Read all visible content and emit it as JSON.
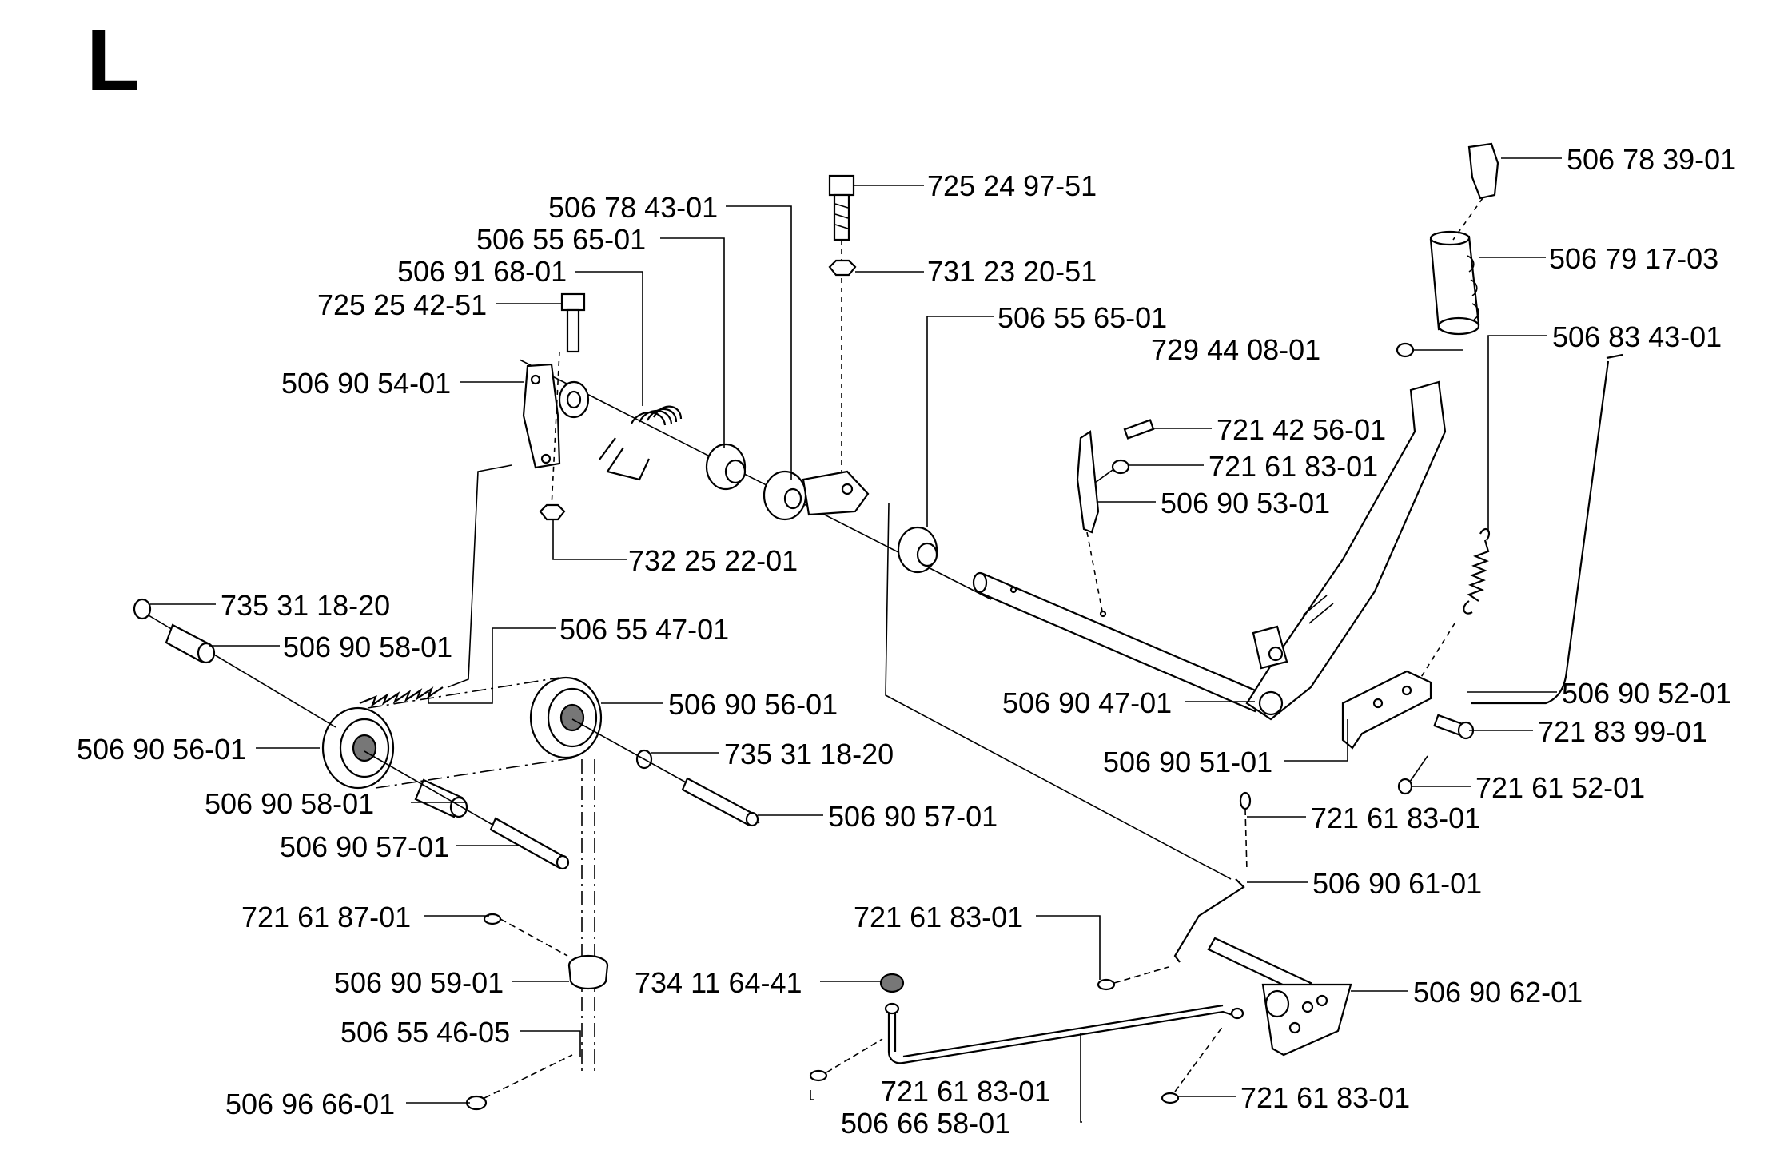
{
  "section_letter": "L",
  "labels": [
    "725 24 97-51",
    "731 23 20-51",
    "506 78 43-01",
    "506 55 65-01",
    "506 91 68-01",
    "725 25 42-51",
    "506 90 54-01",
    "732 25 22-01",
    "506 55 65-01",
    "506 78 39-01",
    "506 79 17-03",
    "729 44 08-01",
    "506 83 43-01",
    "721 42 56-01",
    "721 61 83-01",
    "506 90 53-01",
    "735 31 18-20",
    "506 90 58-01",
    "506 55 47-01",
    "506 90 56-01",
    "506 90 56-01",
    "735 31 18-20",
    "506 90 58-01",
    "506 90 57-01",
    "506 90 57-01",
    "506 90 47-01",
    "506 90 52-01",
    "721 83 99-01",
    "506 90 51-01",
    "721 61 52-01",
    "721 61 83-01",
    "506 90 61-01",
    "721 61 87-01",
    "506 90 59-01",
    "506 55 46-05",
    "506 96 66-01",
    "721 61 83-01",
    "734 11 64-41",
    "506 90 62-01",
    "721 61 83-01",
    "506 66 58-01",
    "721 61 83-01"
  ]
}
